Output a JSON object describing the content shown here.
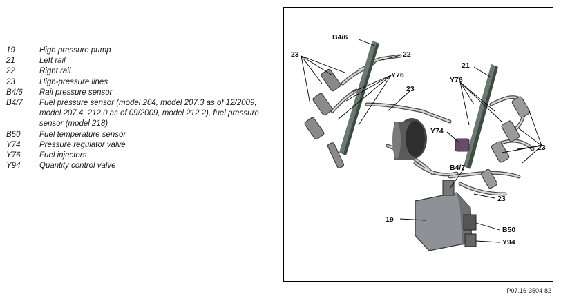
{
  "legend": [
    {
      "code": "19",
      "description": "High pressure pump"
    },
    {
      "code": "21",
      "description": "Left rail"
    },
    {
      "code": "22",
      "description": "Right rail"
    },
    {
      "code": "23",
      "description": "High-pressure lines"
    },
    {
      "code": "B4/6",
      "description": "Rail pressure sensor"
    },
    {
      "code": "B4/7",
      "description": "Fuel pressure sensor (model 204, model 207.3 as of 12/2009, model 207.4, 212.0 as of 09/2009, model 212.2), fuel pressure sensor (model 218)"
    },
    {
      "code": "B50",
      "description": "Fuel temperature sensor"
    },
    {
      "code": "Y74",
      "description": "Pressure regulator valve"
    },
    {
      "code": "Y76",
      "description": "Fuel injectors"
    },
    {
      "code": "Y94",
      "description": "Quantity control valve"
    }
  ],
  "callouts": {
    "b46": "B4/6",
    "n23_left": "23",
    "n22": "22",
    "y76_left": "Y76",
    "n23_mid": "23",
    "n21": "21",
    "y76_right": "Y76",
    "y74": "Y74",
    "n23_right": "23",
    "b47": "B4/7",
    "n23_bottom": "23",
    "n19": "19",
    "b50": "B50",
    "y94": "Y94"
  },
  "figure_ref": "P07.16-3504-82"
}
